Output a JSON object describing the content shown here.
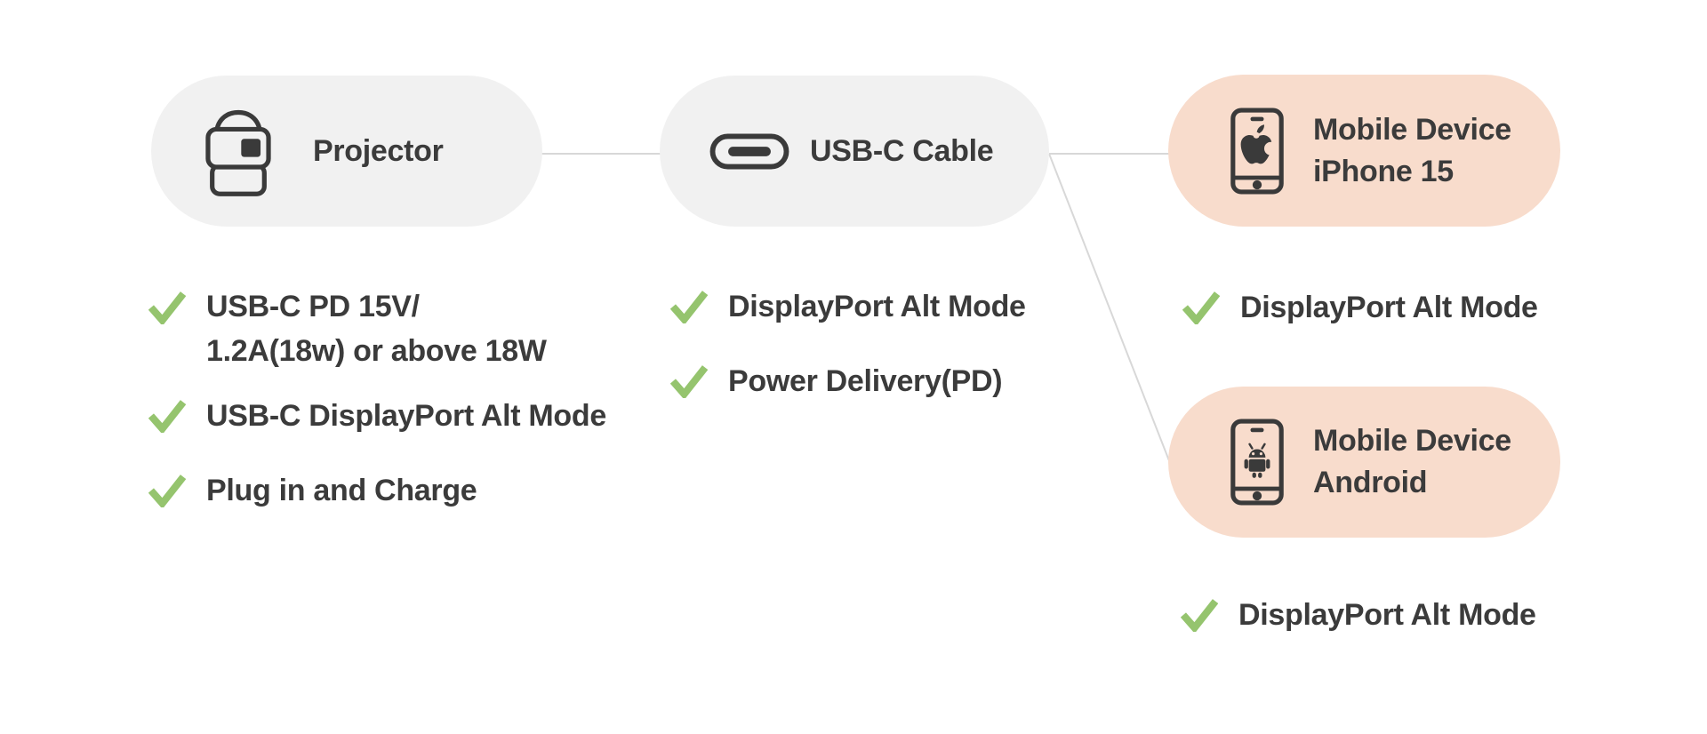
{
  "colors": {
    "background": "#ffffff",
    "node_gray": "#f1f1f1",
    "node_peach": "#f8dccc",
    "text_dark": "#3b3b3b",
    "check_green": "#95c46e",
    "connector_gray": "#d8d8d8"
  },
  "nodes": {
    "projector": {
      "label": "Projector",
      "icon": "projector-icon"
    },
    "cable": {
      "label": "USB-C Cable",
      "icon": "usb-c-port-icon"
    },
    "iphone": {
      "label_line1": "Mobile Device",
      "label_line2": "iPhone 15",
      "icon": "iphone-apple-icon"
    },
    "android": {
      "label_line1": "Mobile Device",
      "label_line2": "Android",
      "icon": "android-phone-icon"
    }
  },
  "features": {
    "projector": [
      {
        "line1": "USB-C PD 15V/",
        "line2": "1.2A(18w) or above 18W"
      },
      {
        "text": "USB-C DisplayPort Alt Mode"
      },
      {
        "text": "Plug in and Charge"
      }
    ],
    "cable": [
      {
        "text": "DisplayPort Alt Mode"
      },
      {
        "text": "Power Delivery(PD)"
      }
    ],
    "iphone": [
      {
        "text": "DisplayPort Alt Mode"
      }
    ],
    "android": [
      {
        "text": "DisplayPort Alt Mode"
      }
    ]
  }
}
